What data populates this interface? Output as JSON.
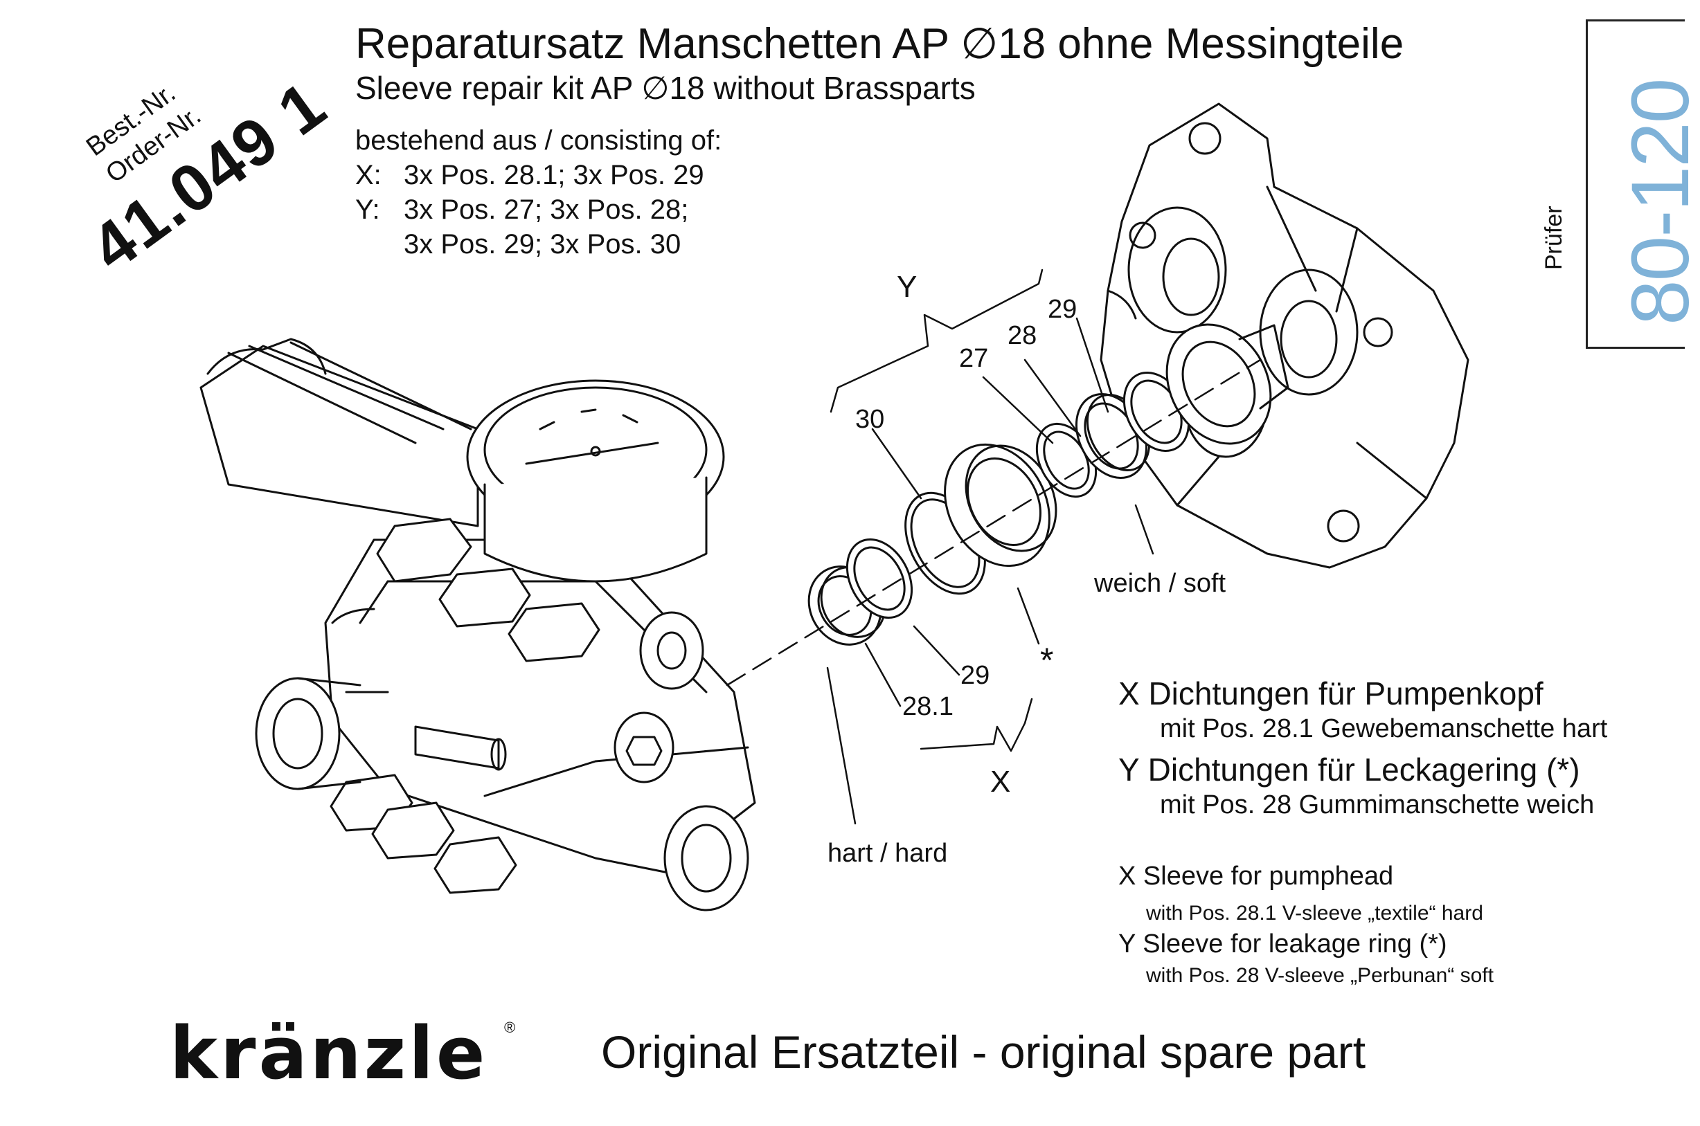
{
  "order": {
    "best_label": "Best.-Nr.",
    "order_label": "Order-Nr.",
    "number": "41.049 1"
  },
  "title": {
    "de": "Reparatursatz Manschetten AP ∅18 ohne Messingteile",
    "en": "Sleeve repair kit AP ∅18 without Brassparts"
  },
  "consisting": {
    "heading": "bestehend aus / consisting of:",
    "rows": [
      {
        "key": "X:",
        "text": "3x Pos. 28.1; 3x Pos. 29"
      },
      {
        "key": "Y:",
        "text": "3x Pos. 27; 3x Pos. 28;"
      },
      {
        "key": "",
        "text": "3x Pos. 29; 3x Pos. 30"
      }
    ]
  },
  "pruefer": {
    "label": "Prüfer",
    "stamp": "80-120",
    "stamp_color": "#7fb2d8"
  },
  "callouts": {
    "y": "Y",
    "x": "X",
    "p29_top": "29",
    "p28": "28",
    "p27": "27",
    "p30": "30",
    "p29_bottom": "29",
    "p28_1": "28.1",
    "asterisk": "*",
    "soft": "weich / soft",
    "hard": "hart / hard"
  },
  "legend": {
    "de": [
      {
        "title": "X Dichtungen für Pumpenkopf",
        "sub": "mit Pos. 28.1 Gewebemanschette hart"
      },
      {
        "title": "Y Dichtungen für Leckagering (*)",
        "sub": "mit Pos. 28 Gummimanschette weich"
      }
    ],
    "en": [
      {
        "title": "X Sleeve for pumphead",
        "sub": "with Pos. 28.1 V-sleeve „textile“ hard"
      },
      {
        "title": "Y Sleeve for leakage ring (*)",
        "sub": "with Pos. 28 V-sleeve „Perbunan“ soft"
      }
    ]
  },
  "brand": {
    "logo_text": "kränzle",
    "registered": "®"
  },
  "footer": "Original Ersatzteil - original spare part"
}
